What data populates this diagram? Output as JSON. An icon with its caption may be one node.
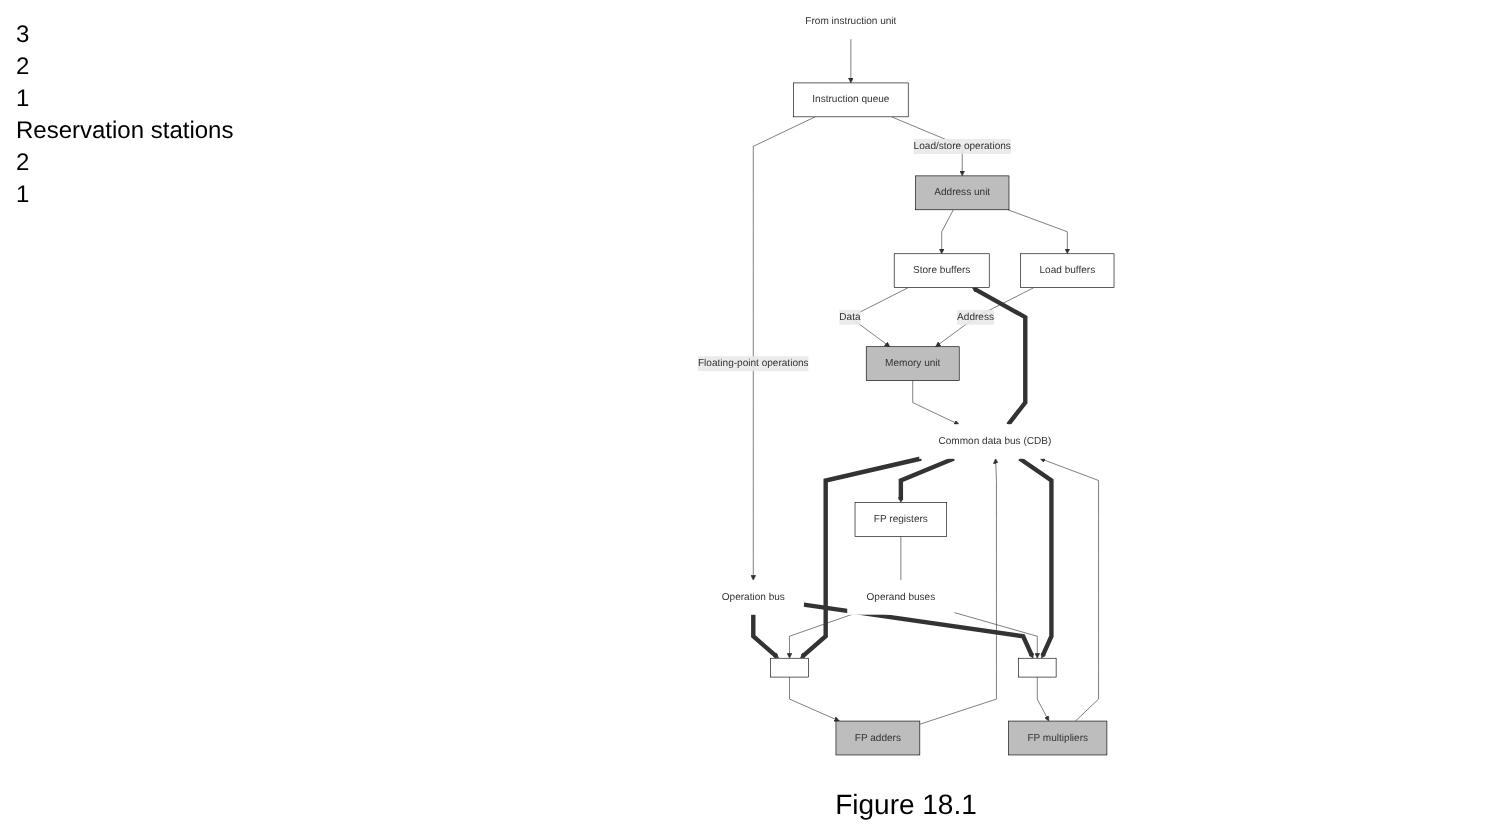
{
  "diagram": {
    "caption": "Figure 18.1",
    "nodes": [
      {
        "text": [
          "From instruction unit"
        ]
      },
      {
        "text": [
          "Instruction queue"
        ]
      },
      {
        "text": [
          "FP registers"
        ]
      },
      {
        "text": [
          "Address unit"
        ]
      },
      {
        "text": [
          "Store buffers"
        ]
      },
      {
        "text": [
          "Load buffers"
        ]
      },
      {
        "text": [
          "Operand buses"
        ]
      },
      {
        "text": [
          "Operation bus"
        ]
      },
      {
        "text": [],
        "shape": "box"
      },
      {
        "text": [],
        "shape": "box"
      },
      {
        "text": [
          "Memory unit"
        ]
      },
      {
        "text": [
          "FP adders"
        ]
      },
      {
        "text": [
          "FP multipliers"
        ]
      },
      {
        "text": [
          "Common data bus (CDB)"
        ]
      }
    ],
    "edges": [
      {
        "from": 0,
        "to": 1,
        "arrow": "to"
      },
      {
        "from": 1,
        "to": 3,
        "arrow": "to",
        "label": "Load/store operations"
      },
      {
        "from": 1,
        "to": 7,
        "arrow": "to",
        "label": "Floating-point operations"
      },
      {
        "from": 3,
        "to": 4,
        "arrow": "to"
      },
      {
        "from": 3,
        "to": 5,
        "arrow": "to"
      },
      {
        "from": 2,
        "to": 6,
        "arrow": "none"
      },
      {
        "from": 7,
        "to": 8,
        "arrow": "to",
        "style": "thick"
      },
      {
        "from": 7,
        "to": 9,
        "arrow": "to",
        "style": "thick"
      },
      {
        "from": 6,
        "to": 8,
        "arrow": "to"
      },
      {
        "from": 6,
        "to": 9,
        "arrow": "to"
      },
      {
        "from": 4,
        "to": 10,
        "arrow": "to",
        "label": "Data"
      },
      {
        "from": 5,
        "to": 10,
        "arrow": "to",
        "label": "Address"
      },
      {
        "from": 8,
        "to": 11,
        "arrow": "to"
      },
      {
        "from": 9,
        "to": 12,
        "arrow": "to"
      },
      {
        "from": 10,
        "to": 13,
        "arrow": "to"
      },
      {
        "from": 11,
        "to": 13,
        "arrow": "to"
      },
      {
        "from": 12,
        "to": 13,
        "arrow": "to"
      },
      {
        "from": 13,
        "to": 2,
        "arrow": "to",
        "style": "thick"
      },
      {
        "from": 13,
        "to": 4,
        "arrow": "to",
        "style": "thick"
      },
      {
        "from": 13,
        "to": 8,
        "arrow": "to",
        "style": "thick"
      },
      {
        "from": 13,
        "to": 9,
        "arrow": "to",
        "style": "thick"
      }
    ],
    "labels": [
      "3",
      "2",
      "1",
      "Reservation stations",
      "2",
      "1"
    ]
  }
}
